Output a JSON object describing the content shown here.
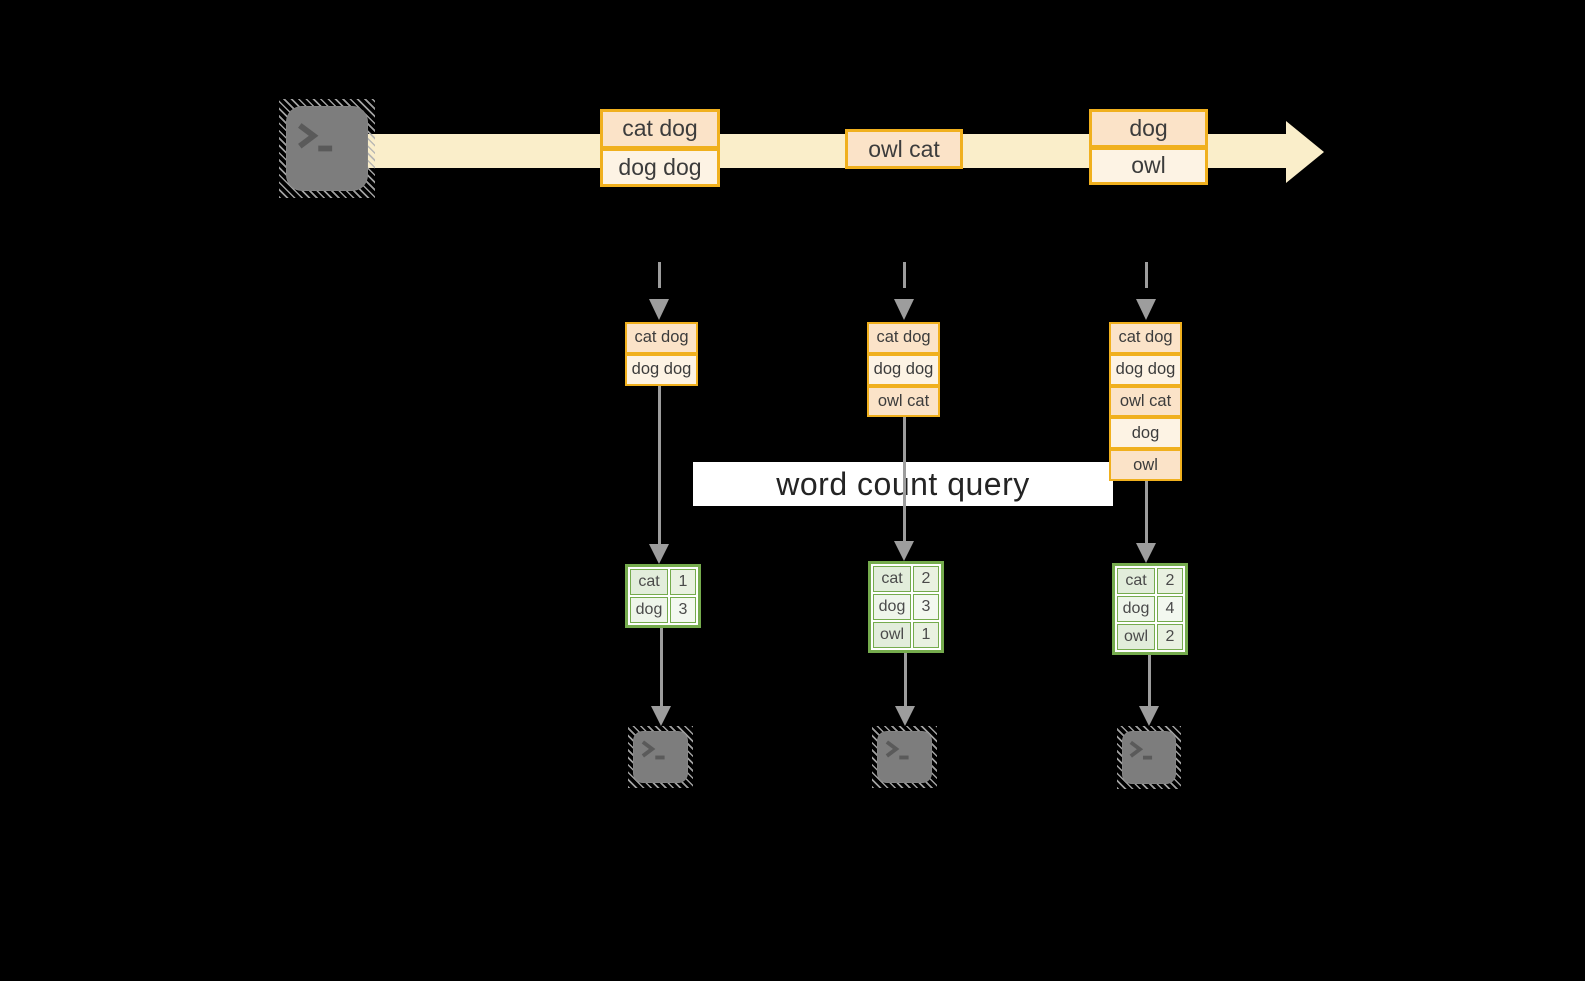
{
  "colors": {
    "background": "#000000",
    "stream_fill": "#faeeca",
    "gold_border": "#f0b01e",
    "peach_dark": "#fbe3c8",
    "peach_light": "#fdf3e4",
    "green_border": "#75ab4d",
    "green_fill_dark": "#e2eddb",
    "green_fill_light": "#eef5ea",
    "arrow_gray": "#9d9d9d",
    "terminal_gray": "#7d7d7d",
    "query_label_bg": "#ffffff",
    "text": "#3f3f3f"
  },
  "icons": {
    "source": "terminal-icon",
    "sink": "terminal-icon",
    "prompt_glyph": ">_"
  },
  "stream": {
    "events": [
      {
        "lines": [
          "cat dog",
          "dog dog"
        ]
      },
      {
        "lines": [
          "owl cat"
        ]
      },
      {
        "lines": [
          "dog",
          "owl"
        ]
      }
    ]
  },
  "query": {
    "label": "word count query"
  },
  "columns": [
    {
      "received": [
        "cat dog",
        "dog dog"
      ],
      "counts": [
        {
          "word": "cat",
          "value": "1"
        },
        {
          "word": "dog",
          "value": "3"
        }
      ]
    },
    {
      "received": [
        "cat dog",
        "dog dog",
        "owl cat"
      ],
      "counts": [
        {
          "word": "cat",
          "value": "2"
        },
        {
          "word": "dog",
          "value": "3"
        },
        {
          "word": "owl",
          "value": "1"
        }
      ]
    },
    {
      "received": [
        "cat dog",
        "dog dog",
        "owl cat",
        "dog",
        "owl"
      ],
      "counts": [
        {
          "word": "cat",
          "value": "2"
        },
        {
          "word": "dog",
          "value": "4"
        },
        {
          "word": "owl",
          "value": "2"
        }
      ]
    }
  ]
}
